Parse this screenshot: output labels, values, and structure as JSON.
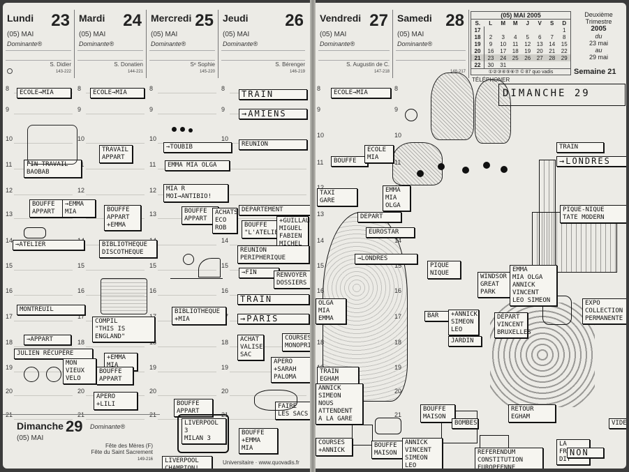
{
  "days_left": [
    {
      "name": "Lundi",
      "num": "23",
      "month": "(05) MAI",
      "dominante": "Dominante®",
      "saint": "S. Didier",
      "code": "143-222"
    },
    {
      "name": "Mardi",
      "num": "24",
      "month": "(05) MAI",
      "dominante": "Dominante®",
      "saint": "S. Donatien",
      "code": "144-221"
    },
    {
      "name": "Mercredi",
      "num": "25",
      "month": "(05) MAI",
      "dominante": "Dominante®",
      "saint": "Sᵉ Sophie",
      "code": "145-220"
    },
    {
      "name": "Jeudi",
      "num": "26",
      "month": "(05) MAI",
      "dominante": "Dominante®",
      "saint": "S. Bérenger",
      "code": "146-219"
    }
  ],
  "days_right": [
    {
      "name": "Vendredi",
      "num": "27",
      "month": "(05) MAI",
      "dominante": "Dominante®",
      "saint": "S. Augustin de C.",
      "code": "147-218"
    },
    {
      "name": "Samedi",
      "num": "28",
      "month": "(05) MAI",
      "dominante": "Dominante®",
      "saint": "",
      "code": "148-217"
    }
  ],
  "sunday": {
    "name": "Dimanche",
    "num": "29",
    "month": "(05) MAI",
    "dominante": "Dominante®",
    "saint": "Fête des Mères (F)",
    "saint2": "Fête du Saint Sacrement",
    "code": "149-216"
  },
  "hours": [
    "8",
    "9",
    "10",
    "11",
    "12",
    "13",
    "14",
    "15",
    "16",
    "17",
    "18",
    "19",
    "20",
    "21"
  ],
  "minical": {
    "title": "(05) MAI 2005",
    "head": [
      "S.",
      "L",
      "M",
      "M",
      "J",
      "V",
      "S",
      "D"
    ],
    "rows": [
      [
        "17",
        "",
        "",
        "",
        "",
        "",
        "",
        "1"
      ],
      [
        "18",
        "2",
        "3",
        "4",
        "5",
        "6",
        "7",
        "8"
      ],
      [
        "19",
        "9",
        "10",
        "11",
        "12",
        "13",
        "14",
        "15"
      ],
      [
        "20",
        "16",
        "17",
        "18",
        "19",
        "20",
        "21",
        "22"
      ],
      [
        "21",
        "23",
        "24",
        "25",
        "26",
        "27",
        "28",
        "29"
      ],
      [
        "22",
        "30",
        "31",
        "",
        "",
        "",
        "",
        ""
      ]
    ],
    "foot": "①②③④⑤⑥⑦ © 87 quo vadis"
  },
  "trimestre": {
    "label": "Deuxième Trimestre",
    "year": "2005",
    "du": "du",
    "from": "23 mai",
    "au": "au",
    "to": "29 mai"
  },
  "semaine": "Semaine 21",
  "telephoner": "TÉLÉPHONER",
  "dimanche_note": "DIMANCHE 29",
  "footer": "Universitaire · www.quovadis.fr",
  "notes_left": [
    {
      "id": "n1",
      "text": "ECOLE→MIA"
    },
    {
      "id": "n2",
      "text": "ECOLE→MIA"
    },
    {
      "id": "n3",
      "text": "FIN TRAVAIL\nBAOBAB"
    },
    {
      "id": "n4",
      "text": "BOUFFE\nAPPART"
    },
    {
      "id": "n5",
      "text": "→EMMA\nMIA"
    },
    {
      "id": "n6",
      "text": "→ATELIER"
    },
    {
      "id": "n7",
      "text": "MONTREUIL"
    },
    {
      "id": "n8",
      "text": "→APPART"
    },
    {
      "id": "n9",
      "text": "JULIEN RÉCUPÈRE"
    },
    {
      "id": "n10",
      "text": "MON\nVIEUX\nVELO"
    },
    {
      "id": "n11",
      "text": "TRAVAIL\nAPPART"
    },
    {
      "id": "n12",
      "text": "BOUFFE\nAPPART\n+EMMA"
    },
    {
      "id": "n13",
      "text": "BIBLIOTHEQUE\nDISCOTHEQUE"
    },
    {
      "id": "n14",
      "text": "COMPIL\n\"THIS IS ENGLAND\""
    },
    {
      "id": "n15",
      "text": "+EMMA\nMIA"
    },
    {
      "id": "n16",
      "text": "BOUFFE\nAPPART"
    },
    {
      "id": "n17",
      "text": "APERO\n+LILI"
    },
    {
      "id": "n18",
      "text": "→TOUBIB"
    },
    {
      "id": "n19",
      "text": "EMMA MIA OLGA"
    },
    {
      "id": "n20",
      "text": "MIA R\nMOI→ANTIBIO!"
    },
    {
      "id": "n21",
      "text": "BOUFFE\nAPPART"
    },
    {
      "id": "n22",
      "text": "ACHATS\nECO\nROB"
    },
    {
      "id": "n23",
      "text": "BIBLIOTHEQUE\n+MIA"
    },
    {
      "id": "n24",
      "text": "BOUFFE\nAPPART"
    },
    {
      "id": "n25",
      "text": "LIVERPOOL 3\nMILAN 3"
    },
    {
      "id": "n26",
      "text": "LIVERPOOL\nCHAMPION!"
    },
    {
      "id": "n27",
      "text": "TRAIN"
    },
    {
      "id": "n28",
      "text": "→AMIENS"
    },
    {
      "id": "n29",
      "text": "REUNION"
    },
    {
      "id": "n30",
      "text": "DEPARTEMENT"
    },
    {
      "id": "n31",
      "text": "BOUFFE\n\"L'ATELIER\""
    },
    {
      "id": "n32",
      "text": "+GUILLAUME\nMIGUEL\nFABIEN\nMICHEL\nBORIS"
    },
    {
      "id": "n33",
      "text": "REUNION\nPERIPHERIQUE"
    },
    {
      "id": "n34",
      "text": "→FIN"
    },
    {
      "id": "n35",
      "text": "RENVOYER\nDOSSIERS"
    },
    {
      "id": "n36",
      "text": "TRAIN"
    },
    {
      "id": "n37",
      "text": "→PARIS"
    },
    {
      "id": "n38",
      "text": "ACHAT\nVALISE\nSAC"
    },
    {
      "id": "n39",
      "text": "COURSES\nMONOPRIX"
    },
    {
      "id": "n40",
      "text": "APERO\n+SARAH\nPALOMA"
    },
    {
      "id": "n41",
      "text": "FAIRE\nLES SACS"
    },
    {
      "id": "n42",
      "text": "BOUFFE\n+EMMA\nMIA"
    }
  ],
  "notes_right": [
    {
      "id": "r1",
      "text": "ECOLE→MIA"
    },
    {
      "id": "r2",
      "text": "BOUFFE"
    },
    {
      "id": "r3",
      "text": "ECOLE\nMIA"
    },
    {
      "id": "r4",
      "text": "TAXI\nGARE"
    },
    {
      "id": "r5",
      "text": "EMMA\nMIA\nOLGA"
    },
    {
      "id": "r6",
      "text": "DEPART"
    },
    {
      "id": "r7",
      "text": "EUROSTAR"
    },
    {
      "id": "r8",
      "text": "→LONDRES"
    },
    {
      "id": "r9",
      "text": "OLGA\nMIA\nEMMA"
    },
    {
      "id": "r10",
      "text": "TRAIN\nEGHAM"
    },
    {
      "id": "r11",
      "text": "ANNICK\nSIMEON\nNOUS ATTENDENT\nA LA GARE"
    },
    {
      "id": "r12",
      "text": "PIQUE\nNIQUE"
    },
    {
      "id": "r13",
      "text": "WINDSOR\nGREAT\nPARK"
    },
    {
      "id": "r14",
      "text": "BAR"
    },
    {
      "id": "r15",
      "text": "+ANNICK\nSIMEON\nLEO"
    },
    {
      "id": "r16",
      "text": "DÉPART\nVINCENT\nBRUXELLES"
    },
    {
      "id": "r17",
      "text": "JARDIN"
    },
    {
      "id": "r18",
      "text": "BOUFFE\nMAISON"
    },
    {
      "id": "r19",
      "text": "RETOUR\nEGHAM"
    },
    {
      "id": "r20",
      "text": "COURSES\n+ANNICK"
    },
    {
      "id": "r21",
      "text": "BOUFFE\nMAISON"
    },
    {
      "id": "r22",
      "text": "ANNICK\nVINCENT\nSIMEON\nLEO\nMIA OLGA"
    },
    {
      "id": "r23",
      "text": "TRAIN"
    },
    {
      "id": "r24",
      "text": "→LONDRES"
    },
    {
      "id": "r25",
      "text": "PIQUE-NIQUE\nTATE MODERN"
    },
    {
      "id": "r26",
      "text": "EMMA\nMIA OLGA\nANNICK VINCENT\nLEO SIMEON"
    },
    {
      "id": "r27",
      "text": "EXPO\nCOLLECTION\nPERMANENTE"
    },
    {
      "id": "r28",
      "text": "REFERENDUM\nCONSTITUTION\nEUROPEENNE"
    },
    {
      "id": "r29",
      "text": "LA\nFRANCE DIT"
    },
    {
      "id": "r30",
      "text": "NON"
    },
    {
      "id": "r31",
      "text": "VIDEO"
    },
    {
      "id": "r32",
      "text": "BOMBES"
    }
  ]
}
